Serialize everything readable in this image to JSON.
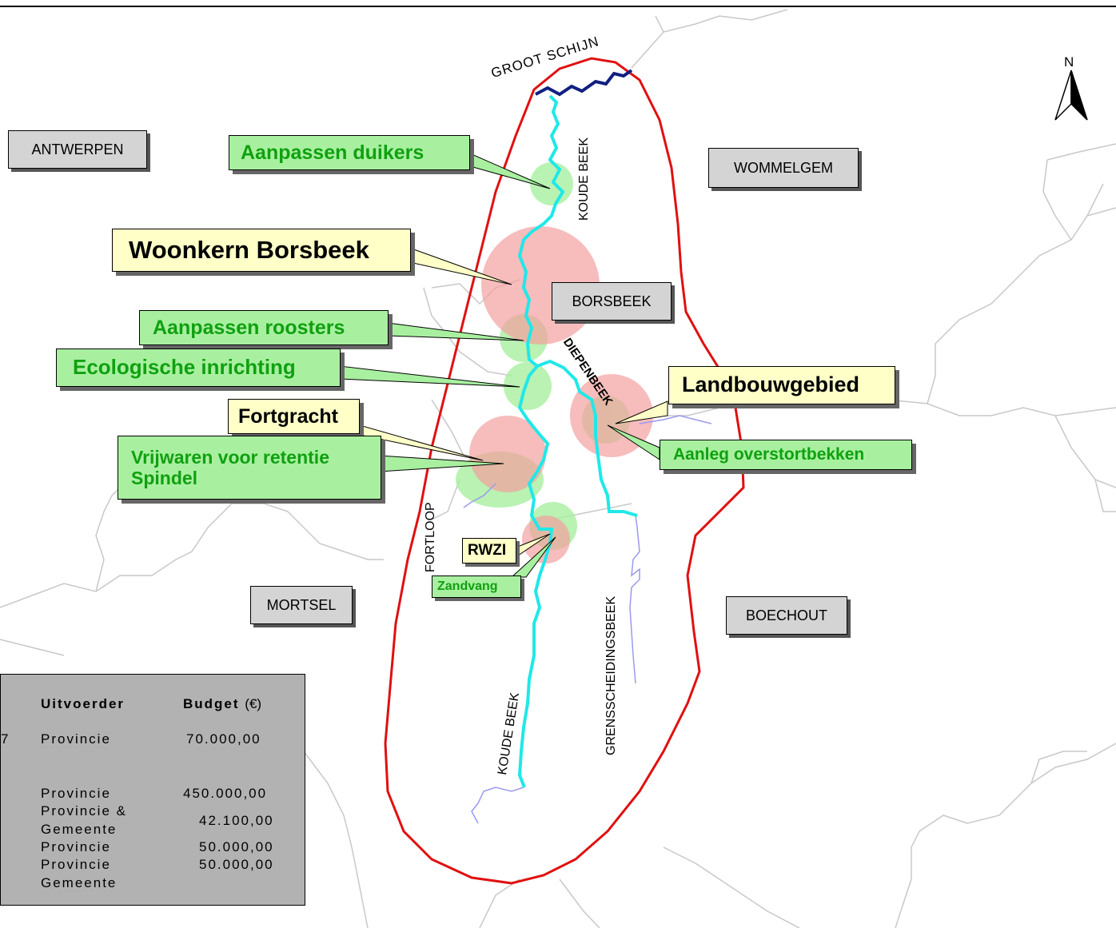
{
  "municipalities": {
    "antwerpen": "ANTWERPEN",
    "wommelgem": "WOMMELGEM",
    "borsbeek": "BORSBEEK",
    "mortsel": "MORTSEL",
    "boechout": "BOECHOUT"
  },
  "waterways": {
    "groot_schijn": "GROOT SCHIJN",
    "koude_beek_north": "KOUDE BEEK",
    "koude_beek_south": "KOUDE BEEK",
    "diepenbeek": "DIEPENBEEK",
    "fortloop": "FORTLOOP",
    "grensscheidingsbeek": "GRENSSCHEIDINGSBEEK"
  },
  "callouts": {
    "aanpassen_duikers": "Aanpassen duikers",
    "woonkern_borsbeek": "Woonkern Borsbeek",
    "aanpassen_roosters": "Aanpassen roosters",
    "ecologische_inrichting": "Ecologische inrichting",
    "landbouwgebied": "Landbouwgebied",
    "fortgracht": "Fortgracht",
    "vrijwaren_line1": "Vrijwaren voor retentie",
    "vrijwaren_line2": "Spindel",
    "aanleg_overstortbekken": "Aanleg overstortbekken",
    "rwzi": "RWZI",
    "zandvang": "Zandvang"
  },
  "north_arrow": {
    "label": "N"
  },
  "table": {
    "header_executor": "Uitvoerder",
    "header_budget": "Budget",
    "header_currency": "(€)",
    "row_marker": "7",
    "rows": [
      {
        "executor": "Provincie",
        "budget": "70.000,00"
      },
      {
        "executor": "Provincie",
        "budget": "450.000,00"
      },
      {
        "executor": "Provincie &",
        "executor2": "Gemeente",
        "budget": "42.100,00"
      },
      {
        "executor": "Provincie",
        "budget": "50.000,00"
      },
      {
        "executor": "Provincie",
        "budget": "50.000,00"
      },
      {
        "executor": "Gemeente",
        "budget": ""
      }
    ]
  },
  "colors": {
    "study_area_outline": "#e01010",
    "main_stream": "#20e8e8",
    "groot_schijn": "#102080",
    "minor_streams": "#9a9af0",
    "municipal_borders": "#c8c8c8",
    "problem_zone": "#f4a0a0",
    "measure_zone": "#a8f0a0"
  }
}
